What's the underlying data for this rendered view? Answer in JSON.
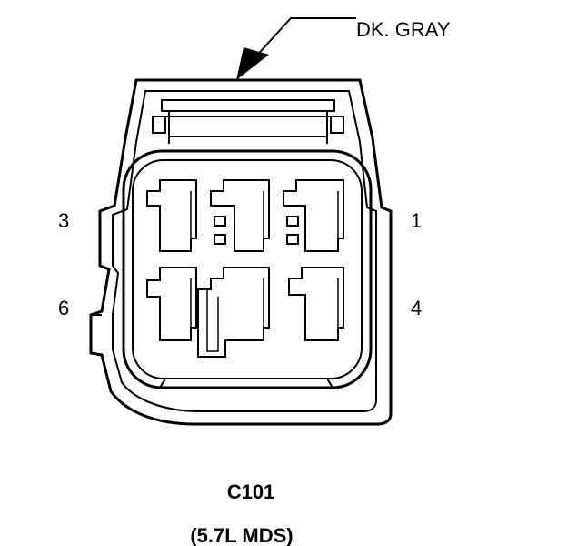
{
  "callout": {
    "color_label": "DK. GRAY"
  },
  "pins": {
    "p1": "1",
    "p3": "3",
    "p4": "4",
    "p6": "6"
  },
  "connector": {
    "id": "C101",
    "variant": "(5.7L MDS)"
  },
  "colors": {
    "line": "#000000",
    "background": "#ffffff"
  }
}
